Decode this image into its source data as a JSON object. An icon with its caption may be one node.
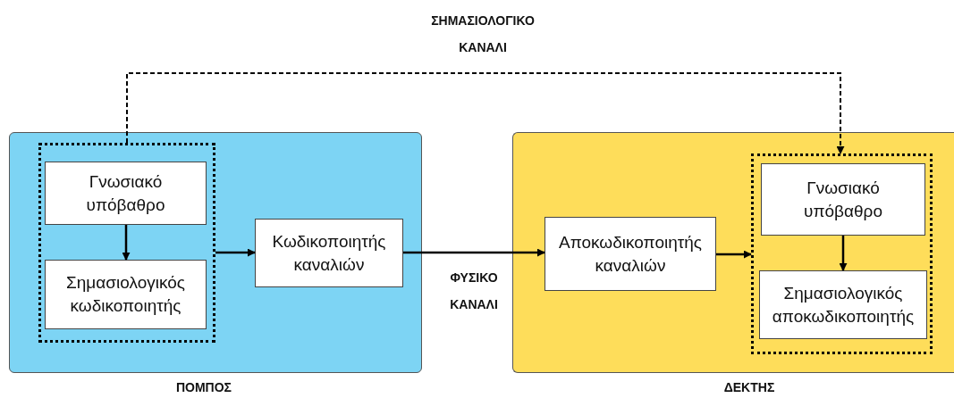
{
  "diagram": {
    "nodes": [
      {
        "text": [],
        "shape": "box",
        "beside": [
          "ΠΟΜΠΟΣ"
        ]
      },
      {
        "text": [],
        "shape": "box",
        "in": 0
      },
      {
        "text": [
          "Γνωσιακό υπόβαθρο"
        ],
        "in": 1
      },
      {
        "text": [
          "Σημασιολογικός κωδικοποιητής"
        ],
        "in": 1
      },
      {
        "text": [
          "Κωδικοποιητής καναλιών"
        ],
        "in": 0
      },
      {
        "text": [],
        "shape": "box",
        "beside": [
          "ΔΕΚΤΗΣ"
        ]
      },
      {
        "text": [
          "Αποκωδικοποιητής καναλιών"
        ],
        "in": 5
      },
      {
        "text": [],
        "shape": "box",
        "in": 5
      },
      {
        "text": [
          "Γνωσιακό υπόβαθρο"
        ],
        "in": 7
      },
      {
        "text": [
          "Σημασιολογικός αποκωδικοποιητής"
        ],
        "in": 7
      }
    ],
    "edges": [
      {
        "from": 2,
        "to": 3,
        "arrow": "to"
      },
      {
        "from": 1,
        "to": 4,
        "arrow": "to"
      },
      {
        "from": 4,
        "to": 6,
        "arrow": "to",
        "label": "ΦΥΣΙΚΟ ΚΑΝΑΛΙ"
      },
      {
        "from": 6,
        "to": 7,
        "arrow": "to"
      },
      {
        "from": 8,
        "to": 9,
        "arrow": "to"
      },
      {
        "from": 1,
        "to": 7,
        "arrow": "to",
        "style": "dashed",
        "label": "ΣΗΜΑΣΙΟΛΟΓΙΚΟ ΚΑΝΑΛΙ"
      }
    ]
  }
}
